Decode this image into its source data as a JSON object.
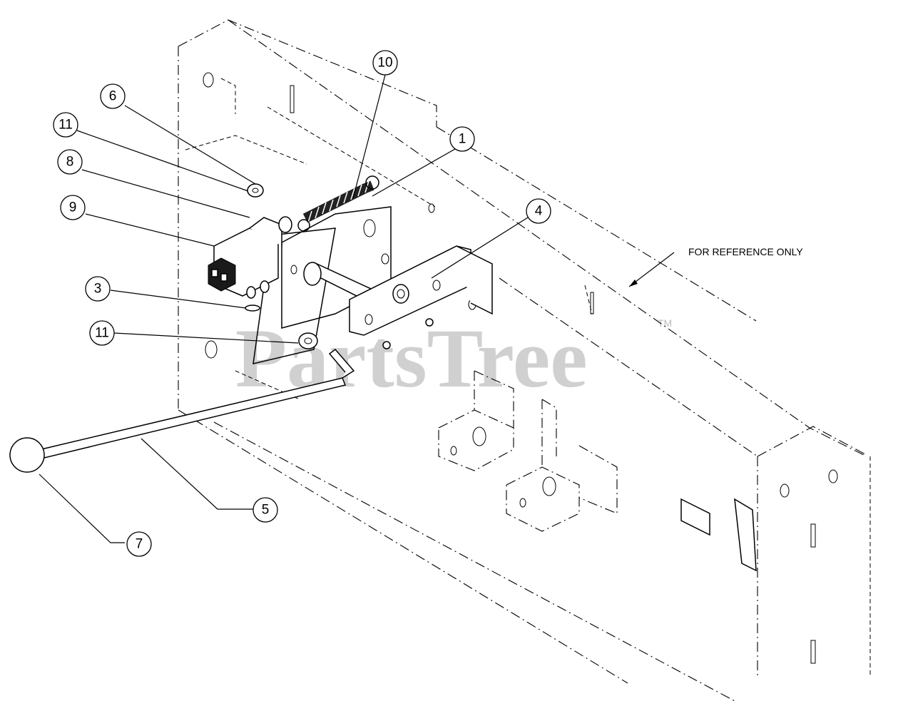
{
  "callouts": [
    {
      "id": "1",
      "label": "1"
    },
    {
      "id": "3",
      "label": "3"
    },
    {
      "id": "4",
      "label": "4"
    },
    {
      "id": "5",
      "label": "5"
    },
    {
      "id": "6",
      "label": "6"
    },
    {
      "id": "7",
      "label": "7"
    },
    {
      "id": "8",
      "label": "8"
    },
    {
      "id": "9",
      "label": "9"
    },
    {
      "id": "10",
      "label": "10"
    },
    {
      "id": "11a",
      "label": "11"
    },
    {
      "id": "11b",
      "label": "11"
    }
  ],
  "note": "FOR REFERENCE ONLY",
  "watermark": {
    "text": "PartsTree",
    "trademark": "TM"
  }
}
